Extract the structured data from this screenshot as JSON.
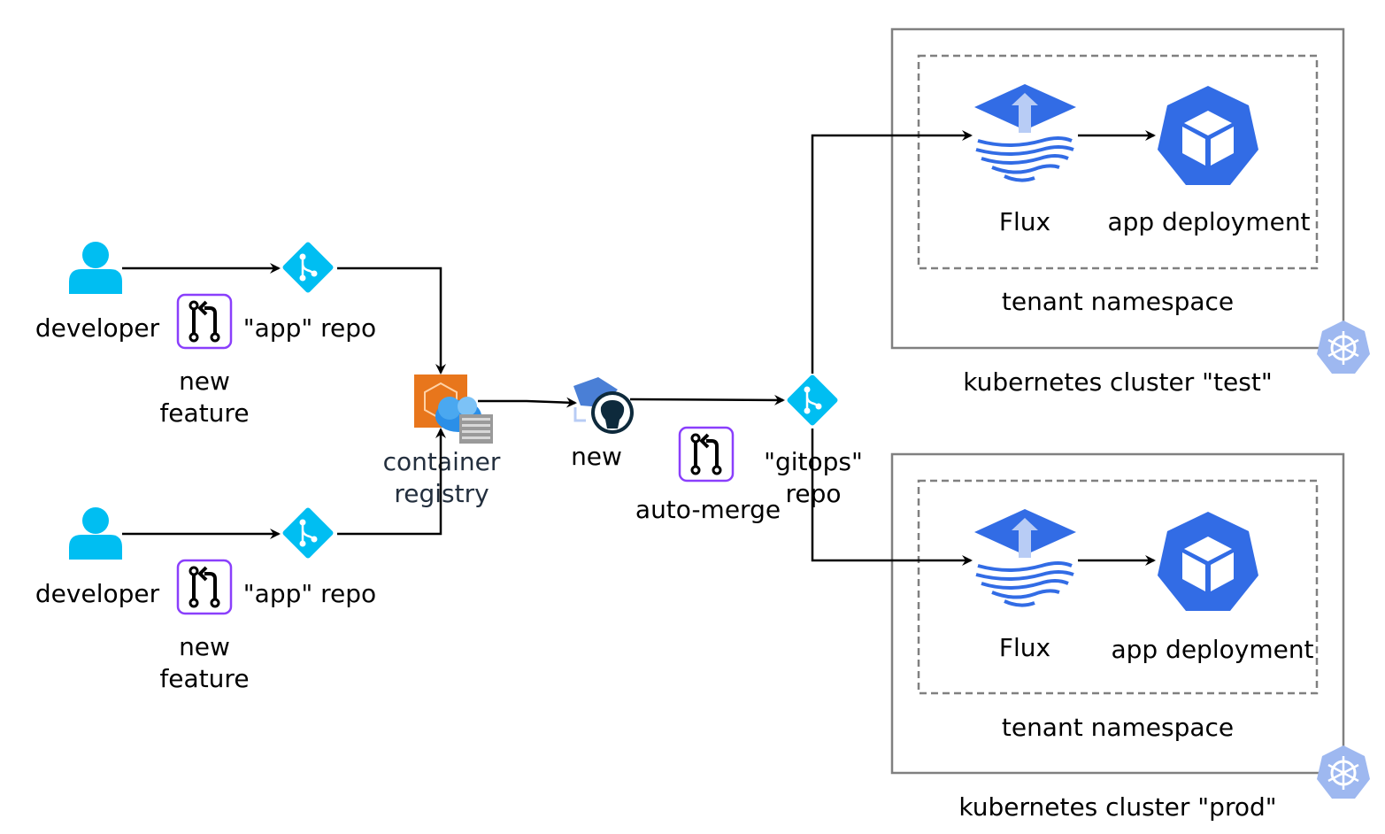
{
  "labels": {
    "developer": "developer",
    "app_repo": "\"app\" repo",
    "new_feature_line1": "new",
    "new_feature_line2": "feature",
    "registry_line1": "container",
    "registry_line2": "registry",
    "new_action": "new",
    "auto_merge": "auto-merge",
    "gitops_line1": "\"gitops\"",
    "gitops_line2": "repo",
    "flux": "Flux",
    "app_deployment": "app deployment",
    "tenant_namespace": "tenant namespace",
    "cluster_test": "kubernetes cluster \"test\"",
    "cluster_prod": "kubernetes cluster \"prod\""
  },
  "icons": {
    "developer": "user-icon",
    "repo": "git-icon",
    "pull_request": "pull-request-icon",
    "registry": "container-registry-icon",
    "github_action": "github-icon",
    "flux": "flux-icon",
    "deployment": "cube-icon",
    "kubernetes": "kubernetes-icon"
  },
  "colors": {
    "user": "#00bef2",
    "git": "#00bef2",
    "pr_border": "#8a3ffc",
    "flux": "#326ce5",
    "k8s_logo": "#9eb8f0",
    "frame": "#808080",
    "arrow": "#000000"
  }
}
